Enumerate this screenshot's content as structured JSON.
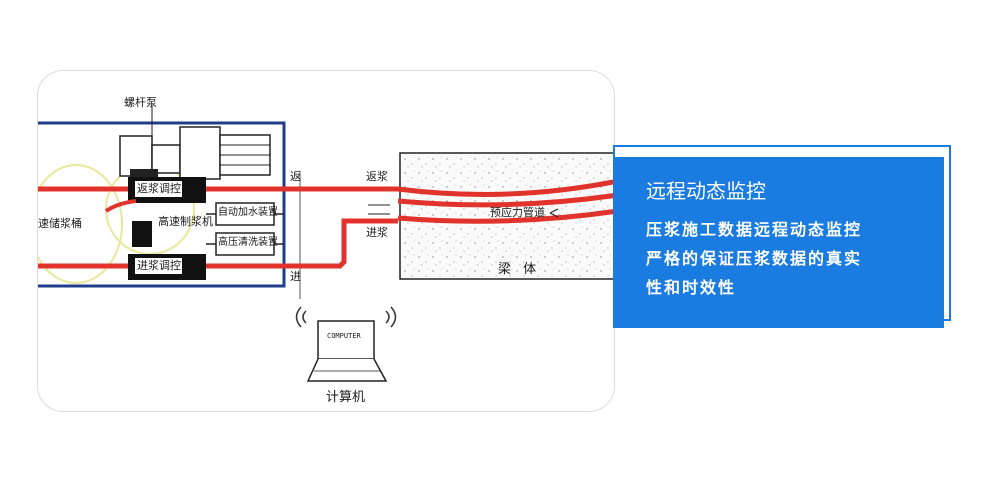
{
  "diagram": {
    "labels": {
      "screw_pump": "螺杆泵",
      "return_control": "返浆调控",
      "inlet_control": "进浆调控",
      "high_speed_mixer": "高速制浆机",
      "auto_water": "自动加水装置",
      "hp_cleaning": "高压清洗装置",
      "storage_tank": "速储浆桶",
      "return_left": "返",
      "inlet_left": "进",
      "return_right": "返浆",
      "inlet_right": "进浆",
      "duct": "预应力管道",
      "beam": "梁  体",
      "computer_screen": "COMPUTER",
      "computer": "计算机"
    }
  },
  "info": {
    "title": "远程动态监控",
    "lines": [
      "压浆施工数据远程动态监控",
      "严格的保证压浆数据的真实",
      "性和时效性"
    ]
  },
  "colors": {
    "accent": "#1a7be0",
    "pipe": "#e1332c",
    "frame": "#1f3d8a"
  }
}
